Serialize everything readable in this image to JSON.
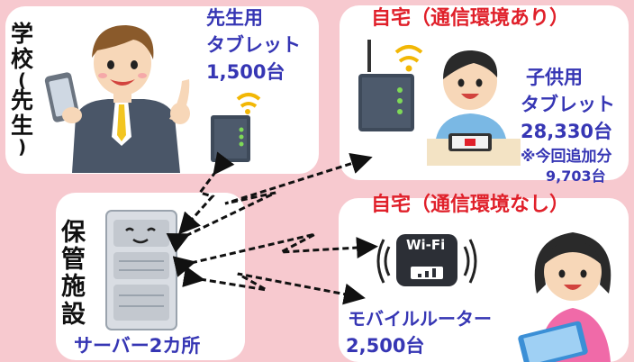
{
  "school": {
    "label_chars": [
      "学",
      "校",
      "(",
      "先",
      "生",
      ")"
    ],
    "device_lines": [
      "先生用",
      "タブレット",
      "1,500台"
    ]
  },
  "home_with_network": {
    "title": "自宅（通信環境あり）",
    "device_lines": [
      "子供用",
      "タブレット",
      "28,330台"
    ],
    "note_lines": [
      "※今回追加分",
      "9,703台"
    ]
  },
  "storage": {
    "label_chars": [
      "保",
      "管",
      "施",
      "設"
    ],
    "caption": "サーバー2カ所"
  },
  "home_without_network": {
    "title": "自宅（通信環境なし）",
    "device_lines": [
      "モバイルルーター",
      "2,500台"
    ],
    "router_label": "Wi-Fi"
  },
  "colors": {
    "background": "#f7c9cf",
    "panel": "#ffffff",
    "blue_text": "#3636b4",
    "red_text": "#e0202a",
    "wifi_signal": "#f2b705"
  },
  "icons": [
    "teacher-illustration",
    "wifi-router-icon",
    "child-boy-illustration",
    "child-girl-illustration",
    "server-rack-icon",
    "mobile-router-icon",
    "zigzag-arrow"
  ]
}
